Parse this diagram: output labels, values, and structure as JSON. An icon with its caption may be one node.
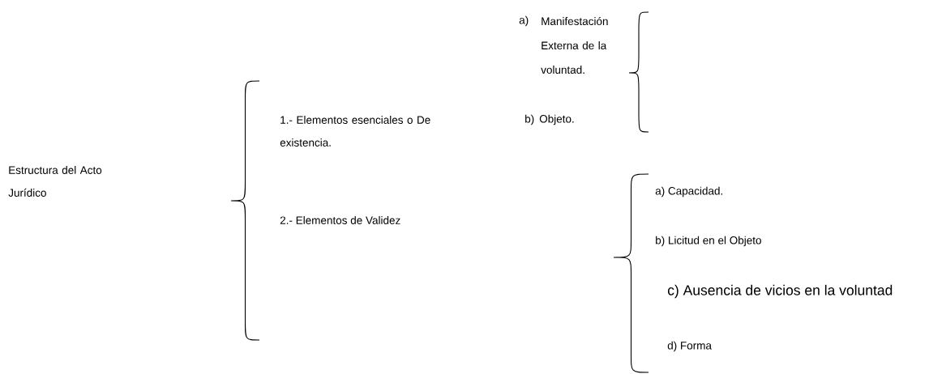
{
  "diagram": {
    "labels": [
      "Estructura del Acto Jurídico",
      "1.- Elementos esenciales o De existencia.",
      "a)",
      "Manifestación Externa de la voluntad.",
      "b)",
      "Objeto.",
      "2.- Elementos de Validez",
      "a) Capacidad.",
      "b) Licitud en el Objeto",
      "c) Ausencia de vicios en la voluntad",
      "d) Forma"
    ]
  }
}
